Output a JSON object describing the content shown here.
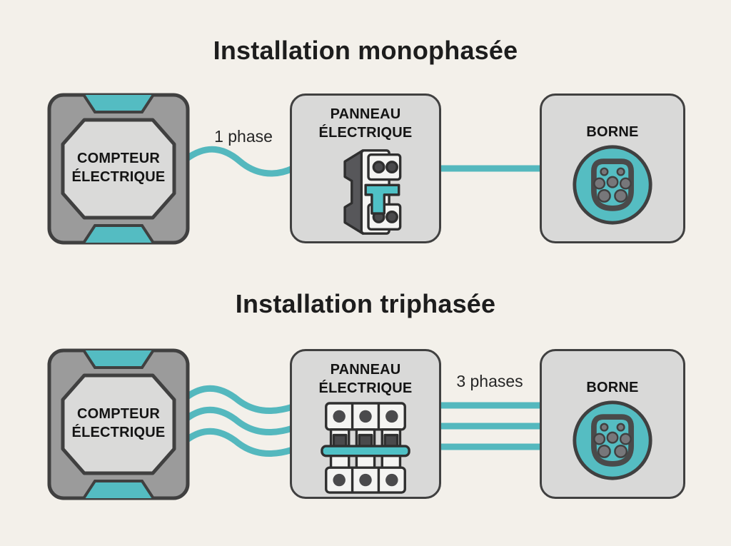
{
  "colors": {
    "background": "#f3f0ea",
    "wire_teal": "#54b8be",
    "icon_teal": "#4fc1c6",
    "box_fill": "#d9d9d8",
    "outline": "#404040",
    "text": "#1d1d1d"
  },
  "sections": [
    {
      "id": "monophase",
      "title": "Installation monophasée",
      "phase_label": "1 phase",
      "phase_count": 1,
      "nodes": [
        {
          "id": "compteur",
          "label": "COMPTEUR ÉLECTRIQUE",
          "icon": "electric-meter"
        },
        {
          "id": "panneau",
          "label": "PANNEAU ÉLECTRIQUE",
          "icon": "single-pole-breaker"
        },
        {
          "id": "borne",
          "label": "BORNE",
          "icon": "ev-charging-socket"
        }
      ],
      "connections": [
        {
          "from": "compteur",
          "to": "panneau",
          "style": "wavy",
          "count": 1
        },
        {
          "from": "panneau",
          "to": "borne",
          "style": "straight",
          "count": 1
        }
      ]
    },
    {
      "id": "triphase",
      "title": "Installation triphasée",
      "phase_label": "3 phases",
      "phase_count": 3,
      "nodes": [
        {
          "id": "compteur",
          "label": "COMPTEUR ÉLECTRIQUE",
          "icon": "electric-meter"
        },
        {
          "id": "panneau",
          "label": "PANNEAU ÉLECTRIQUE",
          "icon": "three-pole-breaker"
        },
        {
          "id": "borne",
          "label": "BORNE",
          "icon": "ev-charging-socket"
        }
      ],
      "connections": [
        {
          "from": "compteur",
          "to": "panneau",
          "style": "wavy",
          "count": 3
        },
        {
          "from": "panneau",
          "to": "borne",
          "style": "straight",
          "count": 3
        }
      ]
    }
  ]
}
